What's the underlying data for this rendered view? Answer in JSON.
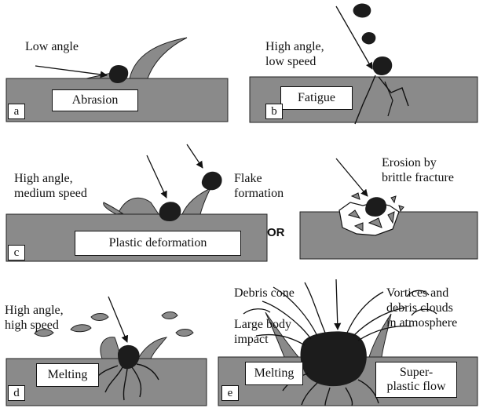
{
  "colors": {
    "substrate": "#8a8a8a",
    "particle": "#1c1c1c",
    "ink": "#111111",
    "background": "#ffffff"
  },
  "panels": {
    "a": {
      "tag": "a",
      "box": "Abrasion",
      "note": "Low angle"
    },
    "b": {
      "tag": "b",
      "box": "Fatigue",
      "note": "High angle,\nlow speed"
    },
    "c": {
      "tag": "c",
      "box": "Plastic deformation",
      "note": "High angle,\nmedium speed",
      "note2": "Flake\nformation"
    },
    "or_label": "OR",
    "brittle": {
      "note": "Erosion by\nbrittle fracture"
    },
    "d": {
      "tag": "d",
      "box": "Melting",
      "note": "High angle,\nhigh speed"
    },
    "e": {
      "tag": "e",
      "box1": "Melting",
      "box2": "Super-\nplastic flow",
      "note_cone": "Debris cone",
      "note_impact": "Large body\nimpact",
      "note_vortex": "Vortices and\ndebris clouds\nin atmosphere"
    }
  }
}
